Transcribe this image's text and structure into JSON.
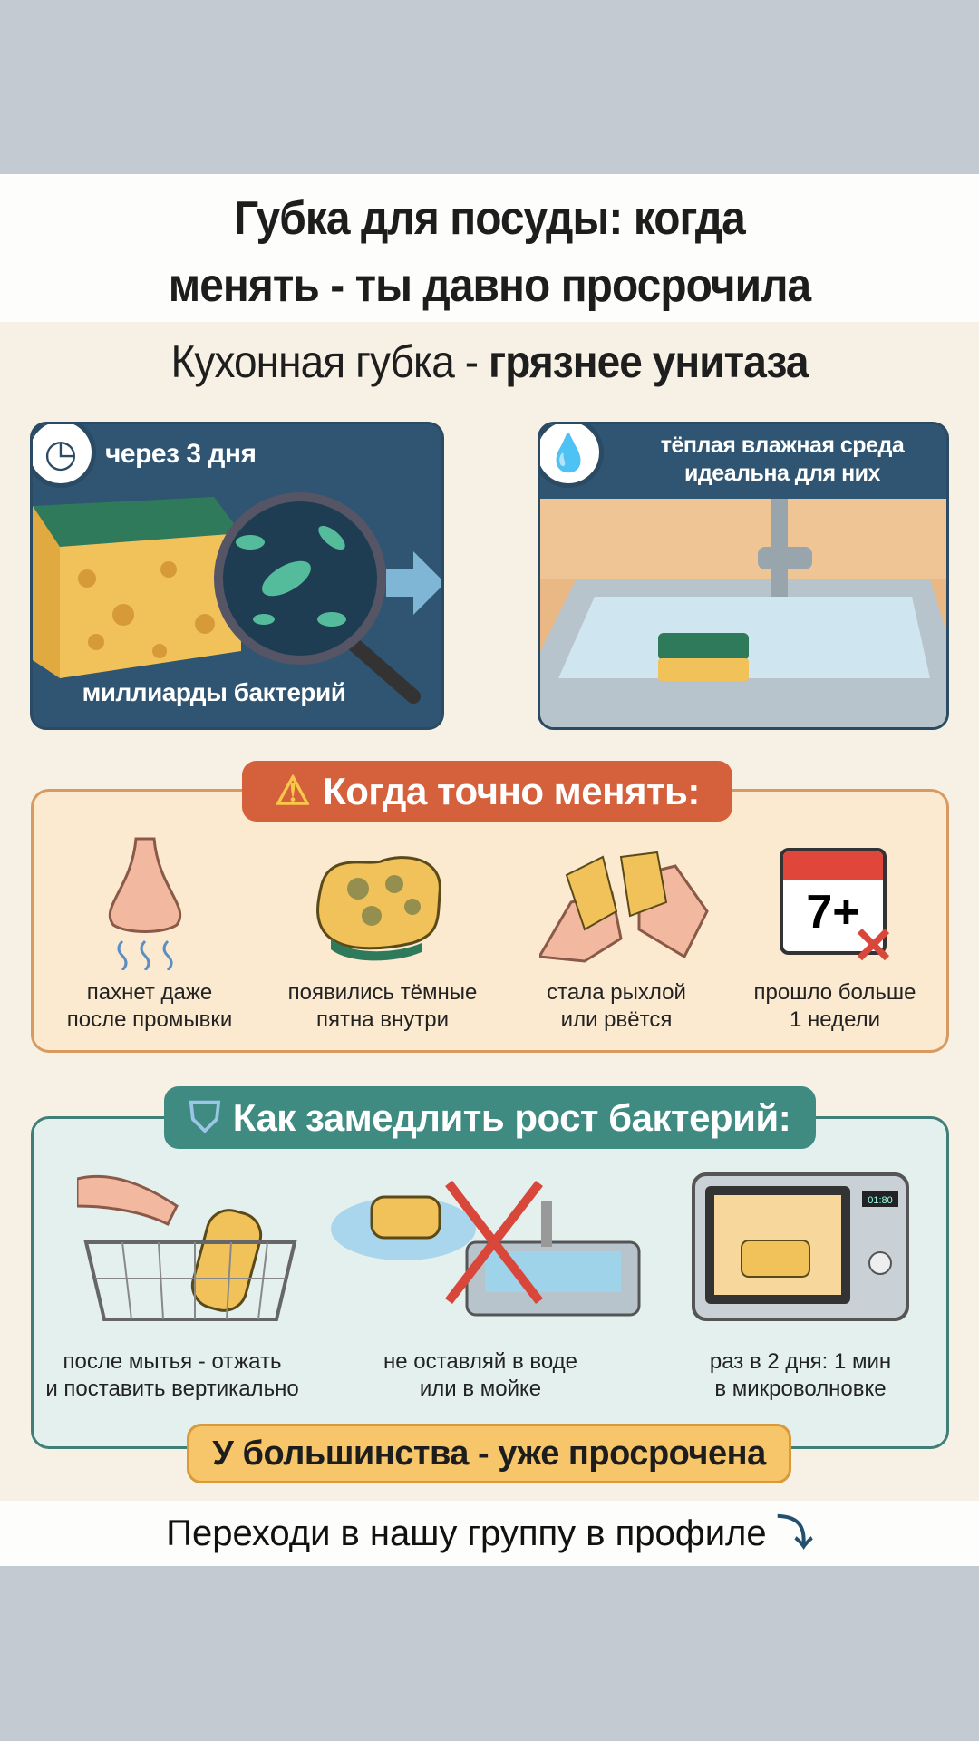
{
  "title": {
    "line1": "Губка для посуды: когда",
    "line2": "менять - ты давно просрочила"
  },
  "subtitle": {
    "part1": "Кухонная губка - ",
    "part2": "грязнее унитаза"
  },
  "panel_left": {
    "top": "через 3 дня",
    "bottom": "миллиарды бактерий",
    "icon": "clock-icon"
  },
  "panel_right": {
    "line1": "тёплая влажная среда",
    "line2": "идеальна для них",
    "icon": "water-drop-icon"
  },
  "when_section": {
    "header": "Когда точно менять:",
    "items": [
      {
        "line1": "пахнет даже",
        "line2": "после промывки",
        "icon": "nose-icon"
      },
      {
        "line1": "появились тёмные",
        "line2": "пятна внутри",
        "icon": "moldy-sponge-icon"
      },
      {
        "line1": "стала рыхлой",
        "line2": "или рвётся",
        "icon": "torn-sponge-icon"
      },
      {
        "line1": "прошло больше",
        "line2": "1 недели",
        "icon": "calendar-icon",
        "badge": "7+"
      }
    ]
  },
  "slow_section": {
    "header": "Как замедлить рост бактерий:",
    "items": [
      {
        "line1": "после мытья - отжать",
        "line2": "и поставить вертикально",
        "icon": "basket-icon"
      },
      {
        "line1": "не оставляй в воде",
        "line2": "или в мойке",
        "icon": "sink-cross-icon"
      },
      {
        "line1": "раз в 2 дня: 1 мин",
        "line2": "в микроволновке",
        "icon": "microwave-icon",
        "display": "01:80"
      }
    ]
  },
  "banner": "У большинства - уже просрочена",
  "footer": "Переходи в нашу группу в профиле",
  "colors": {
    "orange": "#d4603c",
    "teal": "#3f8b82",
    "yellow": "#f7c66a",
    "navy": "#2f5572"
  }
}
